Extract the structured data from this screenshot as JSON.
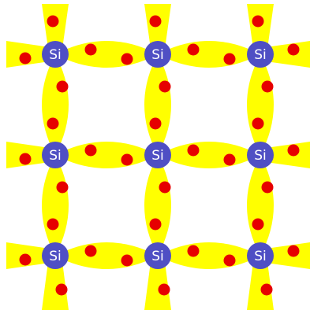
{
  "diagram": {
    "atom_label": "Si",
    "colors": {
      "bond": "#ffff00",
      "atom": "#4f4fc4",
      "electron": "#e60000",
      "background": "#ffffff"
    },
    "grid": {
      "rows": 3,
      "cols": 3
    }
  }
}
